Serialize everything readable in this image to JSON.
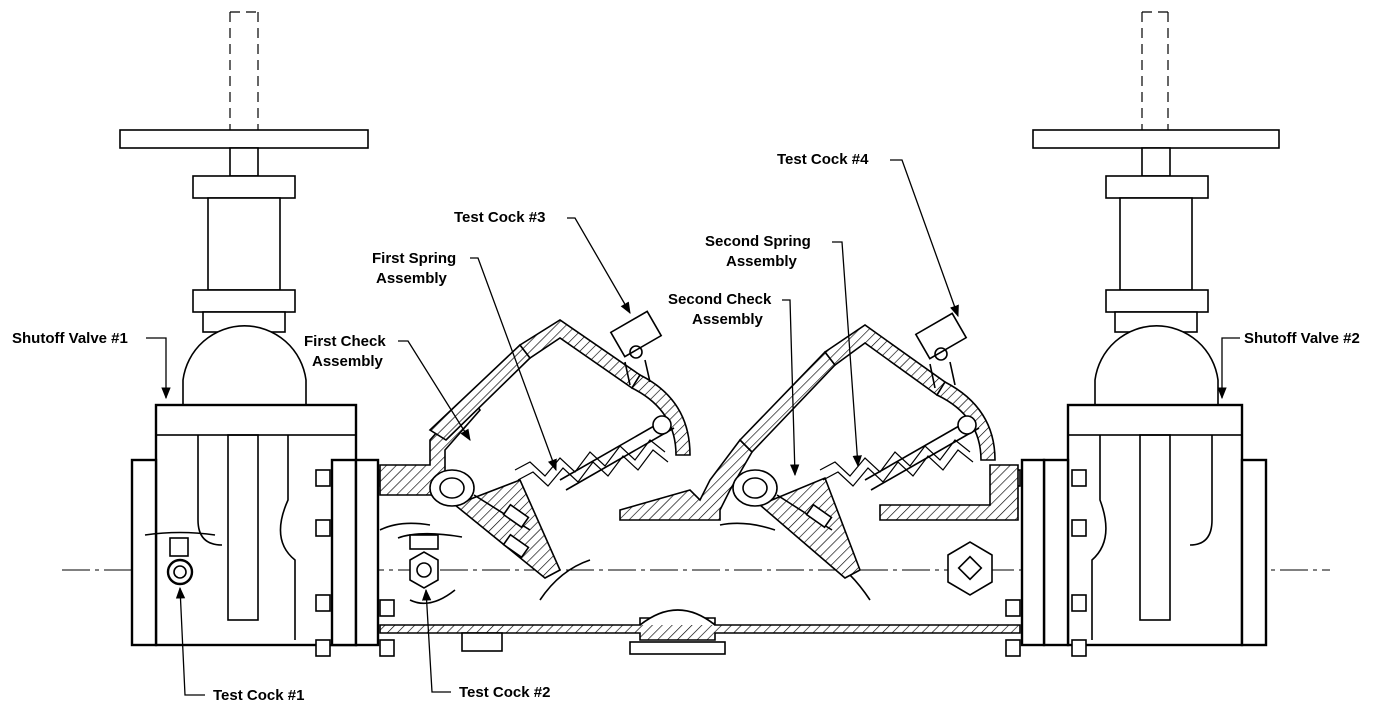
{
  "labels": {
    "shutoff_valve_1": "Shutoff Valve #1",
    "shutoff_valve_2": "Shutoff Valve #2",
    "first_check_l1": "First Check",
    "first_check_l2": "Assembly",
    "first_spring_l1": "First Spring",
    "first_spring_l2": "Assembly",
    "test_cock_1": "Test Cock #1",
    "test_cock_2": "Test Cock #2",
    "test_cock_3": "Test Cock #3",
    "test_cock_4": "Test Cock #4",
    "second_check_l1": "Second Check",
    "second_check_l2": "Assembly",
    "second_spring_l1": "Second Spring",
    "second_spring_l2": "Assembly"
  }
}
